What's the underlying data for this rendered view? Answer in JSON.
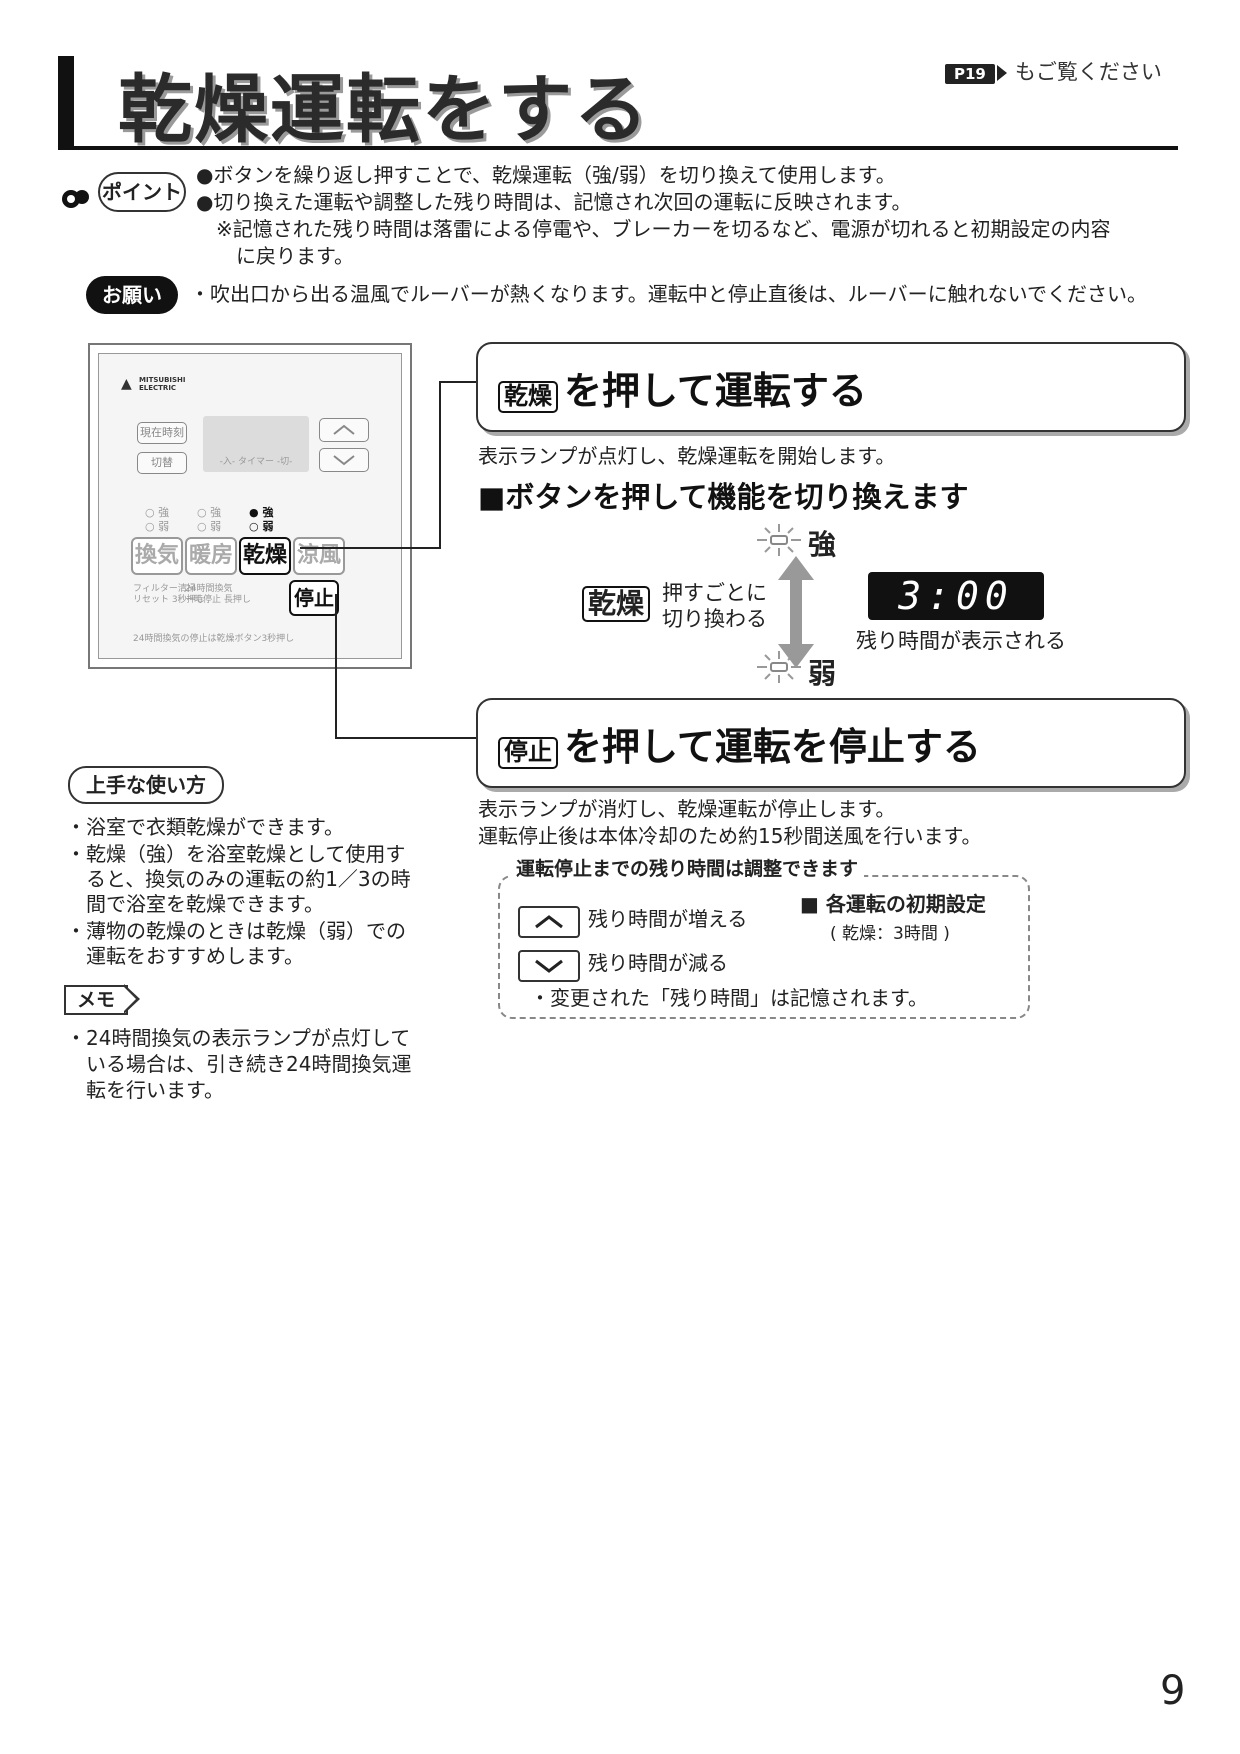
{
  "header": {
    "title": "乾燥運転をする",
    "ref_tag": "P19",
    "ref_text": "もご覧ください"
  },
  "point": {
    "label": "ポイント",
    "lines": [
      "●ボタンを繰り返し押すことで、乾燥運転（強/弱）を切り換えて使用します。",
      "●切り換えた運転や調整した残り時間は、記憶され次回の運転に反映されます。",
      "※記憶された残り時間は落雷による停電や、ブレーカーを切るなど、電源が切れると初期設定の内容",
      "に戻ります。"
    ]
  },
  "onegai": {
    "label": "お願い",
    "text": "・吹出口から出る温風でルーバーが熱くなります。運転中と停止直後は、ルーバーに触れないでください。"
  },
  "remote": {
    "logo_mark": "▲",
    "logo_text_1": "MITSUBISHI",
    "logo_text_2": "ELECTRIC",
    "btn_clock": "現在時刻",
    "btn_switch": "切替",
    "lcd_text": "-入- タイマー -切-",
    "lamp_kanki_strong": "強",
    "lamp_kanki_weak": "弱",
    "lamp_danbo_strong": "強",
    "lamp_danbo_weak": "弱",
    "lamp_kanso_strong": "強",
    "lamp_kanso_weak": "弱",
    "btn_kanki": "換気",
    "btn_danbo": "暖房",
    "btn_kanso": "乾燥",
    "btn_ryofu": "涼風",
    "btn_stop": "停止",
    "btn_filter": "フィルター清掃\nリセット 3秒押し",
    "btn_24h": "24時間換気\n一時停止 長押し",
    "note": "24時間換気の停止は乾燥ボタン3秒押し"
  },
  "section_start": {
    "key": "乾燥",
    "title": "を押して運転する",
    "desc": "表示ランプが点灯し、乾燥運転を開始します。",
    "subhead": "■ボタンを押して機能を切り換えます",
    "strong_label": "強",
    "weak_label": "弱",
    "key2": "乾燥",
    "toggle_text_1": "押すごとに",
    "toggle_text_2": "切り換わる",
    "display_value": "3:00",
    "display_caption": "残り時間が表示される"
  },
  "section_stop": {
    "key": "停止",
    "title": "を押して運転を停止する",
    "desc_1": "表示ランプが消灯し、乾燥運転が停止します。",
    "desc_2": "運転停止後は本体冷却のため約15秒間送風を行います。"
  },
  "adjust": {
    "title": "運転停止までの残り時間は調整できます",
    "up_text": "残り時間が増える",
    "down_text": "残り時間が減る",
    "default_head": "■ 各運転の初期設定",
    "default_value": "( 乾燥：3時間 )",
    "note": "・変更された「残り時間」は記憶されます。"
  },
  "tips": {
    "label": "上手な使い方",
    "lines": [
      "・浴室で衣類乾燥ができます。",
      "・乾燥（強）を浴室乾燥として使用す",
      "　ると、換気のみの運転の約1／3の時",
      "　間で浴室を乾燥できます。",
      "・薄物の乾燥のときは乾燥（弱）での",
      "　運転をおすすめします。"
    ]
  },
  "memo": {
    "label": "メモ",
    "lines": [
      "・24時間換気の表示ランプが点灯して",
      "　いる場合は、引き続き24時間換気運",
      "　転を行います。"
    ]
  },
  "page_number": "9"
}
